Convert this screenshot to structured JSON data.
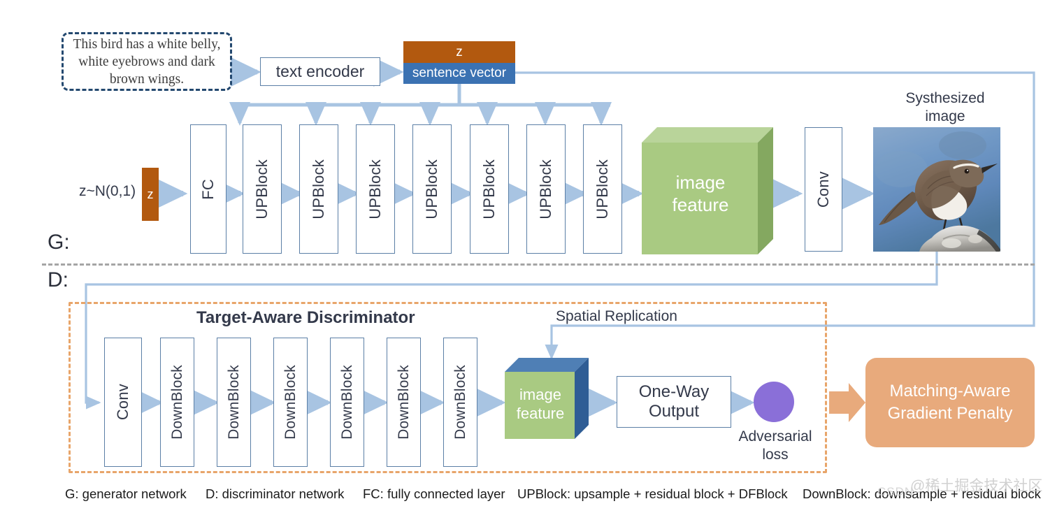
{
  "prompt": {
    "text": "This bird has a white belly, white eyebrows and dark brown wings."
  },
  "generator": {
    "section_label": "G:",
    "text_encoder_label": "text encoder",
    "sentence_vector": {
      "z_label": "z",
      "body_label": "sentence vector"
    },
    "noise_label": "z~N(0,1)",
    "noise_chip_label": "z",
    "fc_label": "FC",
    "upblocks": [
      {
        "label": "UPBlock"
      },
      {
        "label": "UPBlock"
      },
      {
        "label": "UPBlock"
      },
      {
        "label": "UPBlock"
      },
      {
        "label": "UPBlock"
      },
      {
        "label": "UPBlock"
      },
      {
        "label": "UPBlock"
      }
    ],
    "image_feature": {
      "line1": "image",
      "line2": "feature"
    },
    "conv_label": "Conv",
    "output": {
      "caption_line1": "Systhesized",
      "caption_line2": "image"
    }
  },
  "discriminator": {
    "section_label": "D:",
    "title": "Target-Aware Discriminator",
    "conv_label": "Conv",
    "downblocks": [
      {
        "label": "DownBlock"
      },
      {
        "label": "DownBlock"
      },
      {
        "label": "DownBlock"
      },
      {
        "label": "DownBlock"
      },
      {
        "label": "DownBlock"
      },
      {
        "label": "DownBlock"
      }
    ],
    "spatial_replication_label": "Spatial Replication",
    "image_feature": {
      "line1": "image",
      "line2": "feature"
    },
    "one_way_output": {
      "line1": "One-Way",
      "line2": "Output"
    },
    "adversarial_loss": {
      "line1": "Adversarial",
      "line2": "loss"
    },
    "penalty": {
      "line1": "Matching-Aware",
      "line2": "Gradient Penalty"
    }
  },
  "legend": [
    {
      "text": "G: generator network"
    },
    {
      "text": "D: discriminator network"
    },
    {
      "text": "FC: fully connected layer"
    },
    {
      "text": "UPBlock: upsample + residual block + DFBlock"
    },
    {
      "text": "DownBlock: downsample + residual block"
    }
  ],
  "watermark": {
    "text": "@稀土掘金技术社区",
    "secondary": "CSDN"
  },
  "colors": {
    "orange_z": "#b2590f",
    "blue_sentence": "#3b72b2",
    "arrow_blue": "#a8c4e2",
    "box_border": "#5b7fa6",
    "green_feature": "#a9ca82",
    "blue_feature_side": "#3f6fa8",
    "peach": "#e8aa7c",
    "dash_orange": "#e8a56a",
    "purple": "#8a6fd8",
    "gray_dash": "#a5a5a5",
    "prompt_border": "#23486f"
  }
}
